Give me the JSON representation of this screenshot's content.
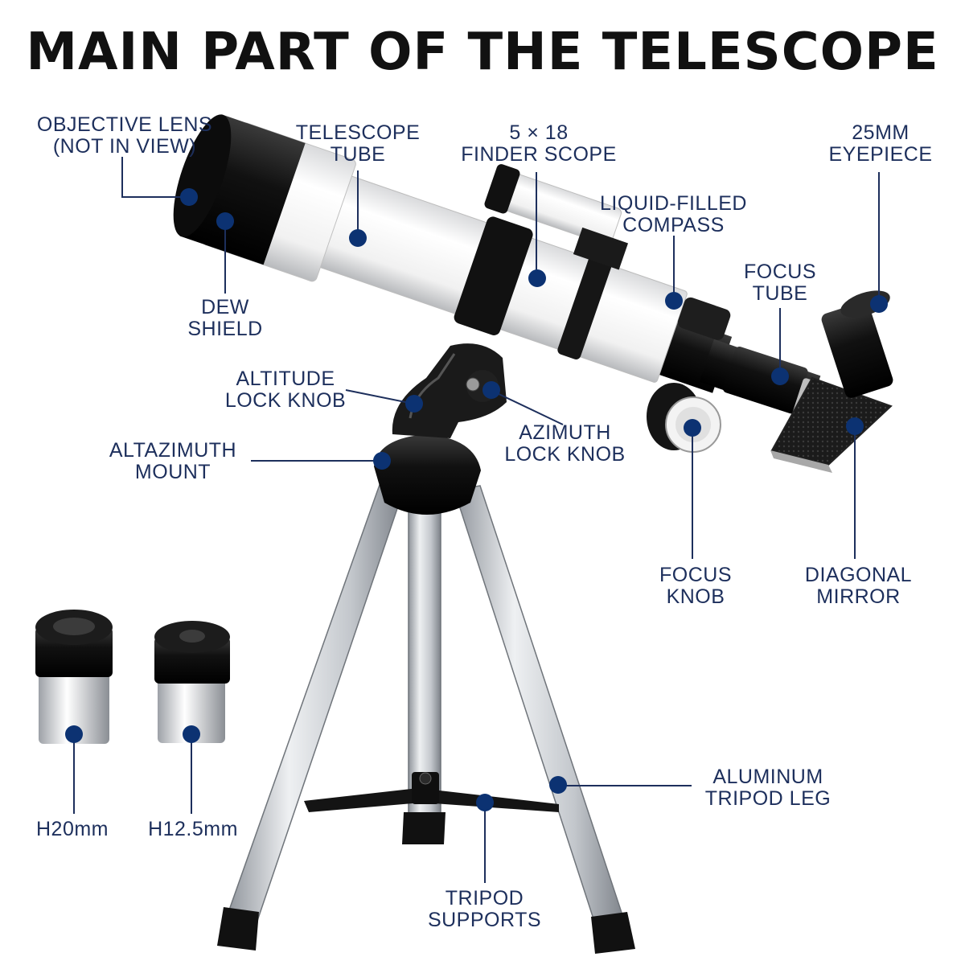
{
  "title": "MAIN PART OF THE TELESCOPE",
  "colors": {
    "label_text": "#1d2f5c",
    "marker": "#0c3272",
    "leader_line": "#1d2f5c",
    "title_text": "#111111",
    "tube_white": "#f4f4f4",
    "tube_black": "#151515",
    "aluminum": "#c9ccd1"
  },
  "labels": {
    "objective_lens": "OBJECTIVE LENS\n(NOT IN VIEW)",
    "telescope_tube": "TELESCOPE\nTUBE",
    "finder_scope": "5 × 18\nFINDER SCOPE",
    "eyepiece_25mm": "25MM\nEYEPIECE",
    "liquid_compass": "LIQUID-FILLED\nCOMPASS",
    "focus_tube": "FOCUS\nTUBE",
    "dew_shield": "DEW\nSHIELD",
    "altitude_lock_knob": "ALTITUDE\nLOCK KNOB",
    "azimuth_lock_knob": "AZIMUTH\nLOCK KNOB",
    "altazimuth_mount": "ALTAZIMUTH\nMOUNT",
    "focus_knob": "FOCUS\nKNOB",
    "diagonal_mirror": "DIAGONAL\nMIRROR",
    "aluminum_tripod_leg": "ALUMINUM\nTRIPOD LEG",
    "tripod_supports": "TRIPOD\nSUPPORTS",
    "eyepiece_h20": "H20mm",
    "eyepiece_h12_5": "H12.5mm"
  }
}
